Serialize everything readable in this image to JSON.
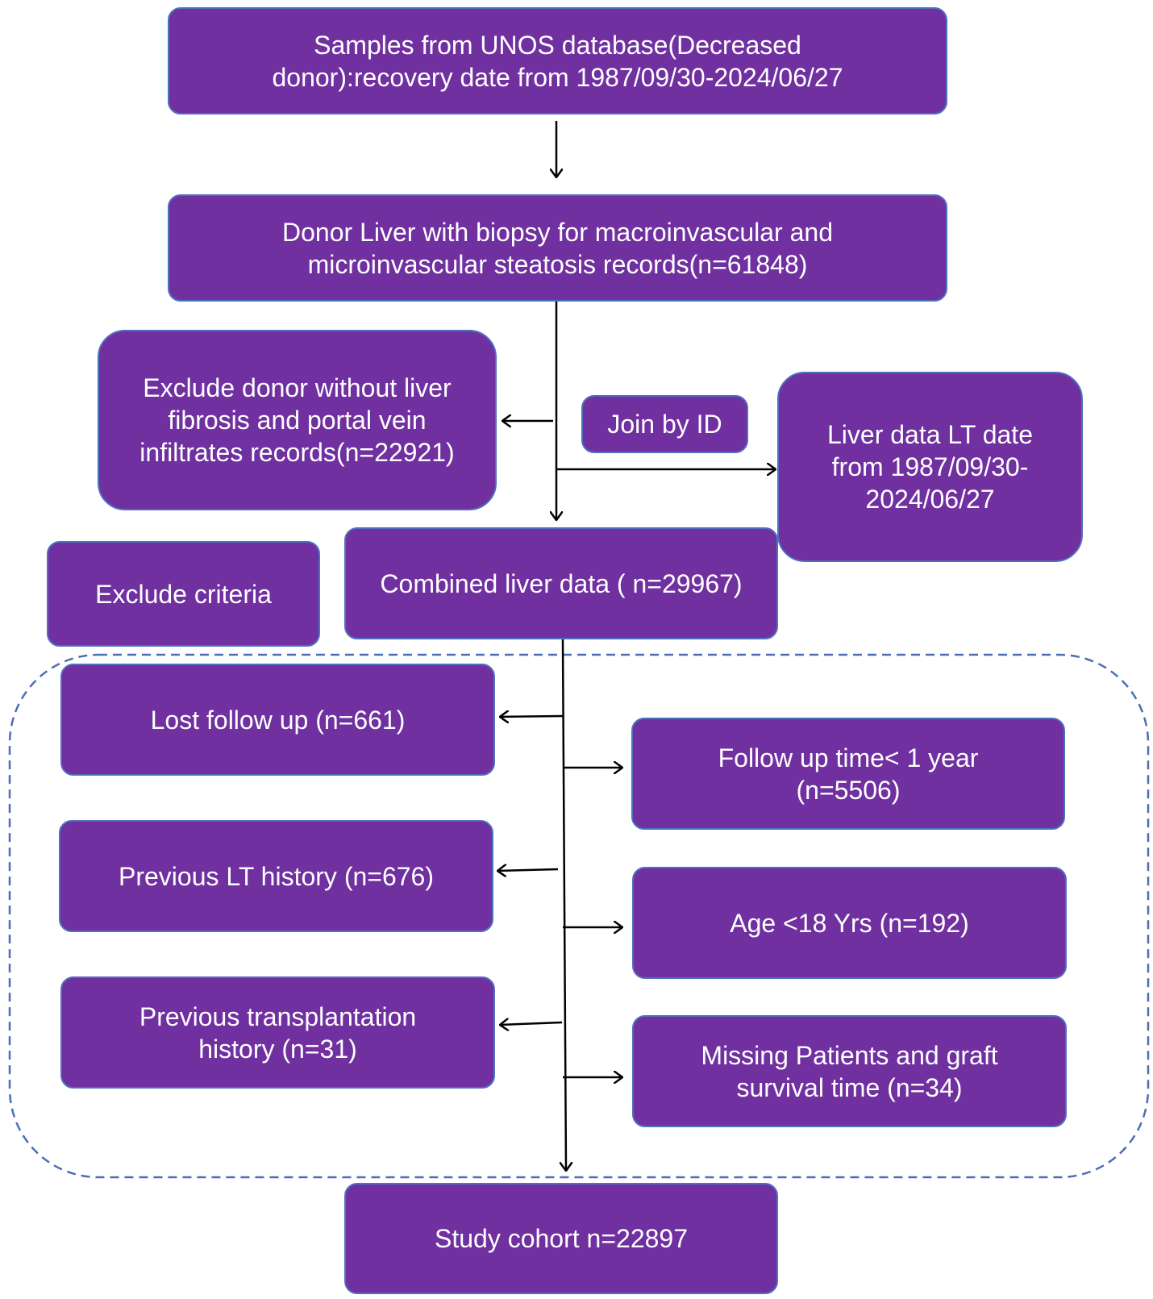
{
  "flowchart": {
    "source": "Samples from UNOS database(Decreased\ndonor):recovery date from 1987/09/30-2024/06/27",
    "biopsy": "Donor Liver  with biopsy for macroinvascular and\nmicroinvascular steatosis records(n=61848)",
    "exclude_fibrosis": "Exclude donor without liver\nfibrosis and portal vein\ninfiltrates records(n=22921)",
    "join_label": "Join by ID",
    "liver_data": "Liver data LT date\nfrom 1987/09/30-\n2024/06/27",
    "exclude_criteria": "Exclude criteria",
    "combined": "Combined liver data ( n=29967)",
    "lost_follow_up": "Lost follow up  (n=661)",
    "follow_up_time": "Follow up time< 1 year\n(n=5506)",
    "previous_lt": "Previous LT  history (n=676)",
    "age": "Age <18 Yrs  (n=192)",
    "previous_transplant": "Previous  transplantation\nhistory (n=31)",
    "missing": "Missing Patients and graft\nsurvival time  (n=34)",
    "cohort": "Study cohort n=22897"
  },
  "colors": {
    "box_fill": "#7030a0",
    "box_border": "#4f6fbf",
    "dashed_border": "#4a6fb5",
    "arrow": "#000000"
  }
}
